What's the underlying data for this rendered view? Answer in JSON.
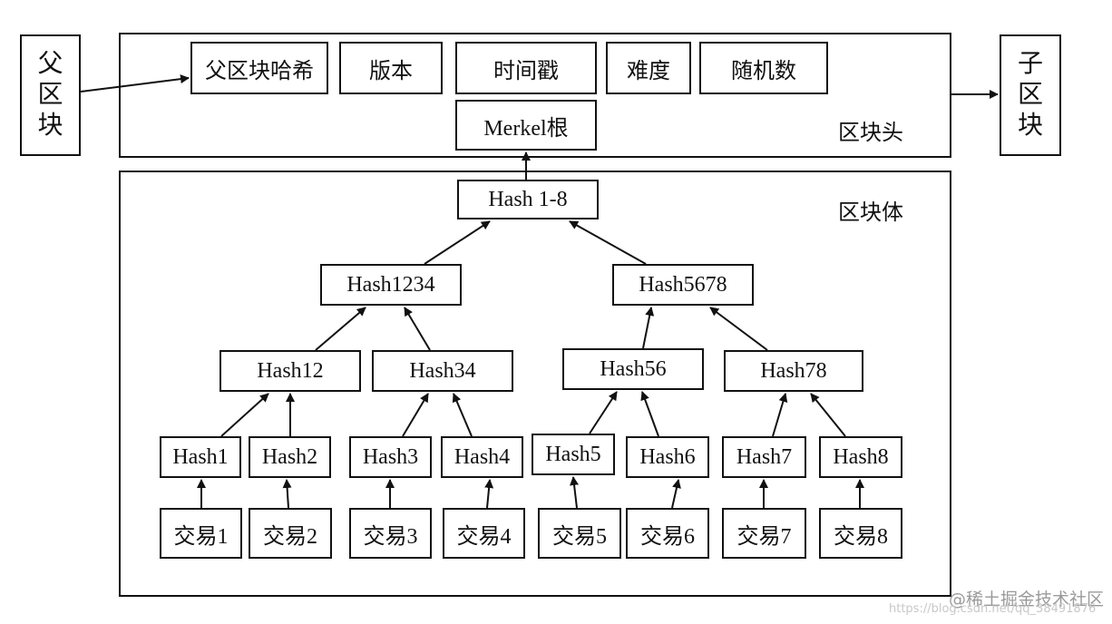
{
  "parent_block": [
    "父",
    "区",
    "块"
  ],
  "child_block": [
    "子",
    "区",
    "块"
  ],
  "header": {
    "label": "区块头",
    "fields": [
      "父区块哈希",
      "版本",
      "时间戳",
      "难度",
      "随机数"
    ],
    "merkle_root": "Merkel根"
  },
  "body": {
    "label": "区块体",
    "root": "Hash 1-8",
    "level2": [
      "Hash1234",
      "Hash5678"
    ],
    "level3": [
      "Hash12",
      "Hash34",
      "Hash56",
      "Hash78"
    ],
    "leaves": [
      "Hash1",
      "Hash2",
      "Hash3",
      "Hash4",
      "Hash5",
      "Hash6",
      "Hash7",
      "Hash8"
    ],
    "transactions": [
      "交易1",
      "交易2",
      "交易3",
      "交易4",
      "交易5",
      "交易6",
      "交易7",
      "交易8"
    ]
  },
  "watermark": {
    "brand": "@稀土掘金技术社区",
    "url": "https://blog.csdn.net/qq_38491876"
  }
}
